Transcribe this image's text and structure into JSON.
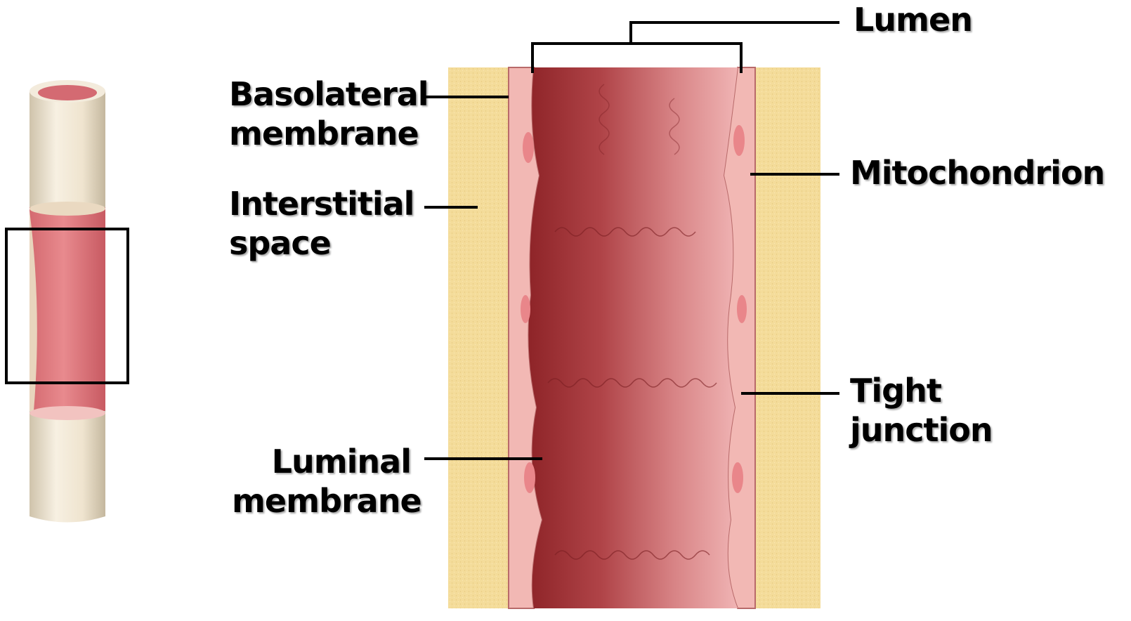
{
  "labels": {
    "lumen": "Lumen",
    "basolateral": [
      "Basolateral",
      "membrane"
    ],
    "interstitial": [
      "Interstitial",
      "space"
    ],
    "luminal": [
      "Luminal",
      "membrane"
    ],
    "mitochondrion": "Mitochondrion",
    "tight_junction": [
      "Tight",
      "junction"
    ]
  },
  "colors": {
    "interstitial": "#f4dc9a",
    "cell_layer": "#f2b8b4",
    "lumen_dark": "#a8383a",
    "lumen_light": "#e89898",
    "tube_outer": "#f0e6d2",
    "outline": "#000000"
  }
}
